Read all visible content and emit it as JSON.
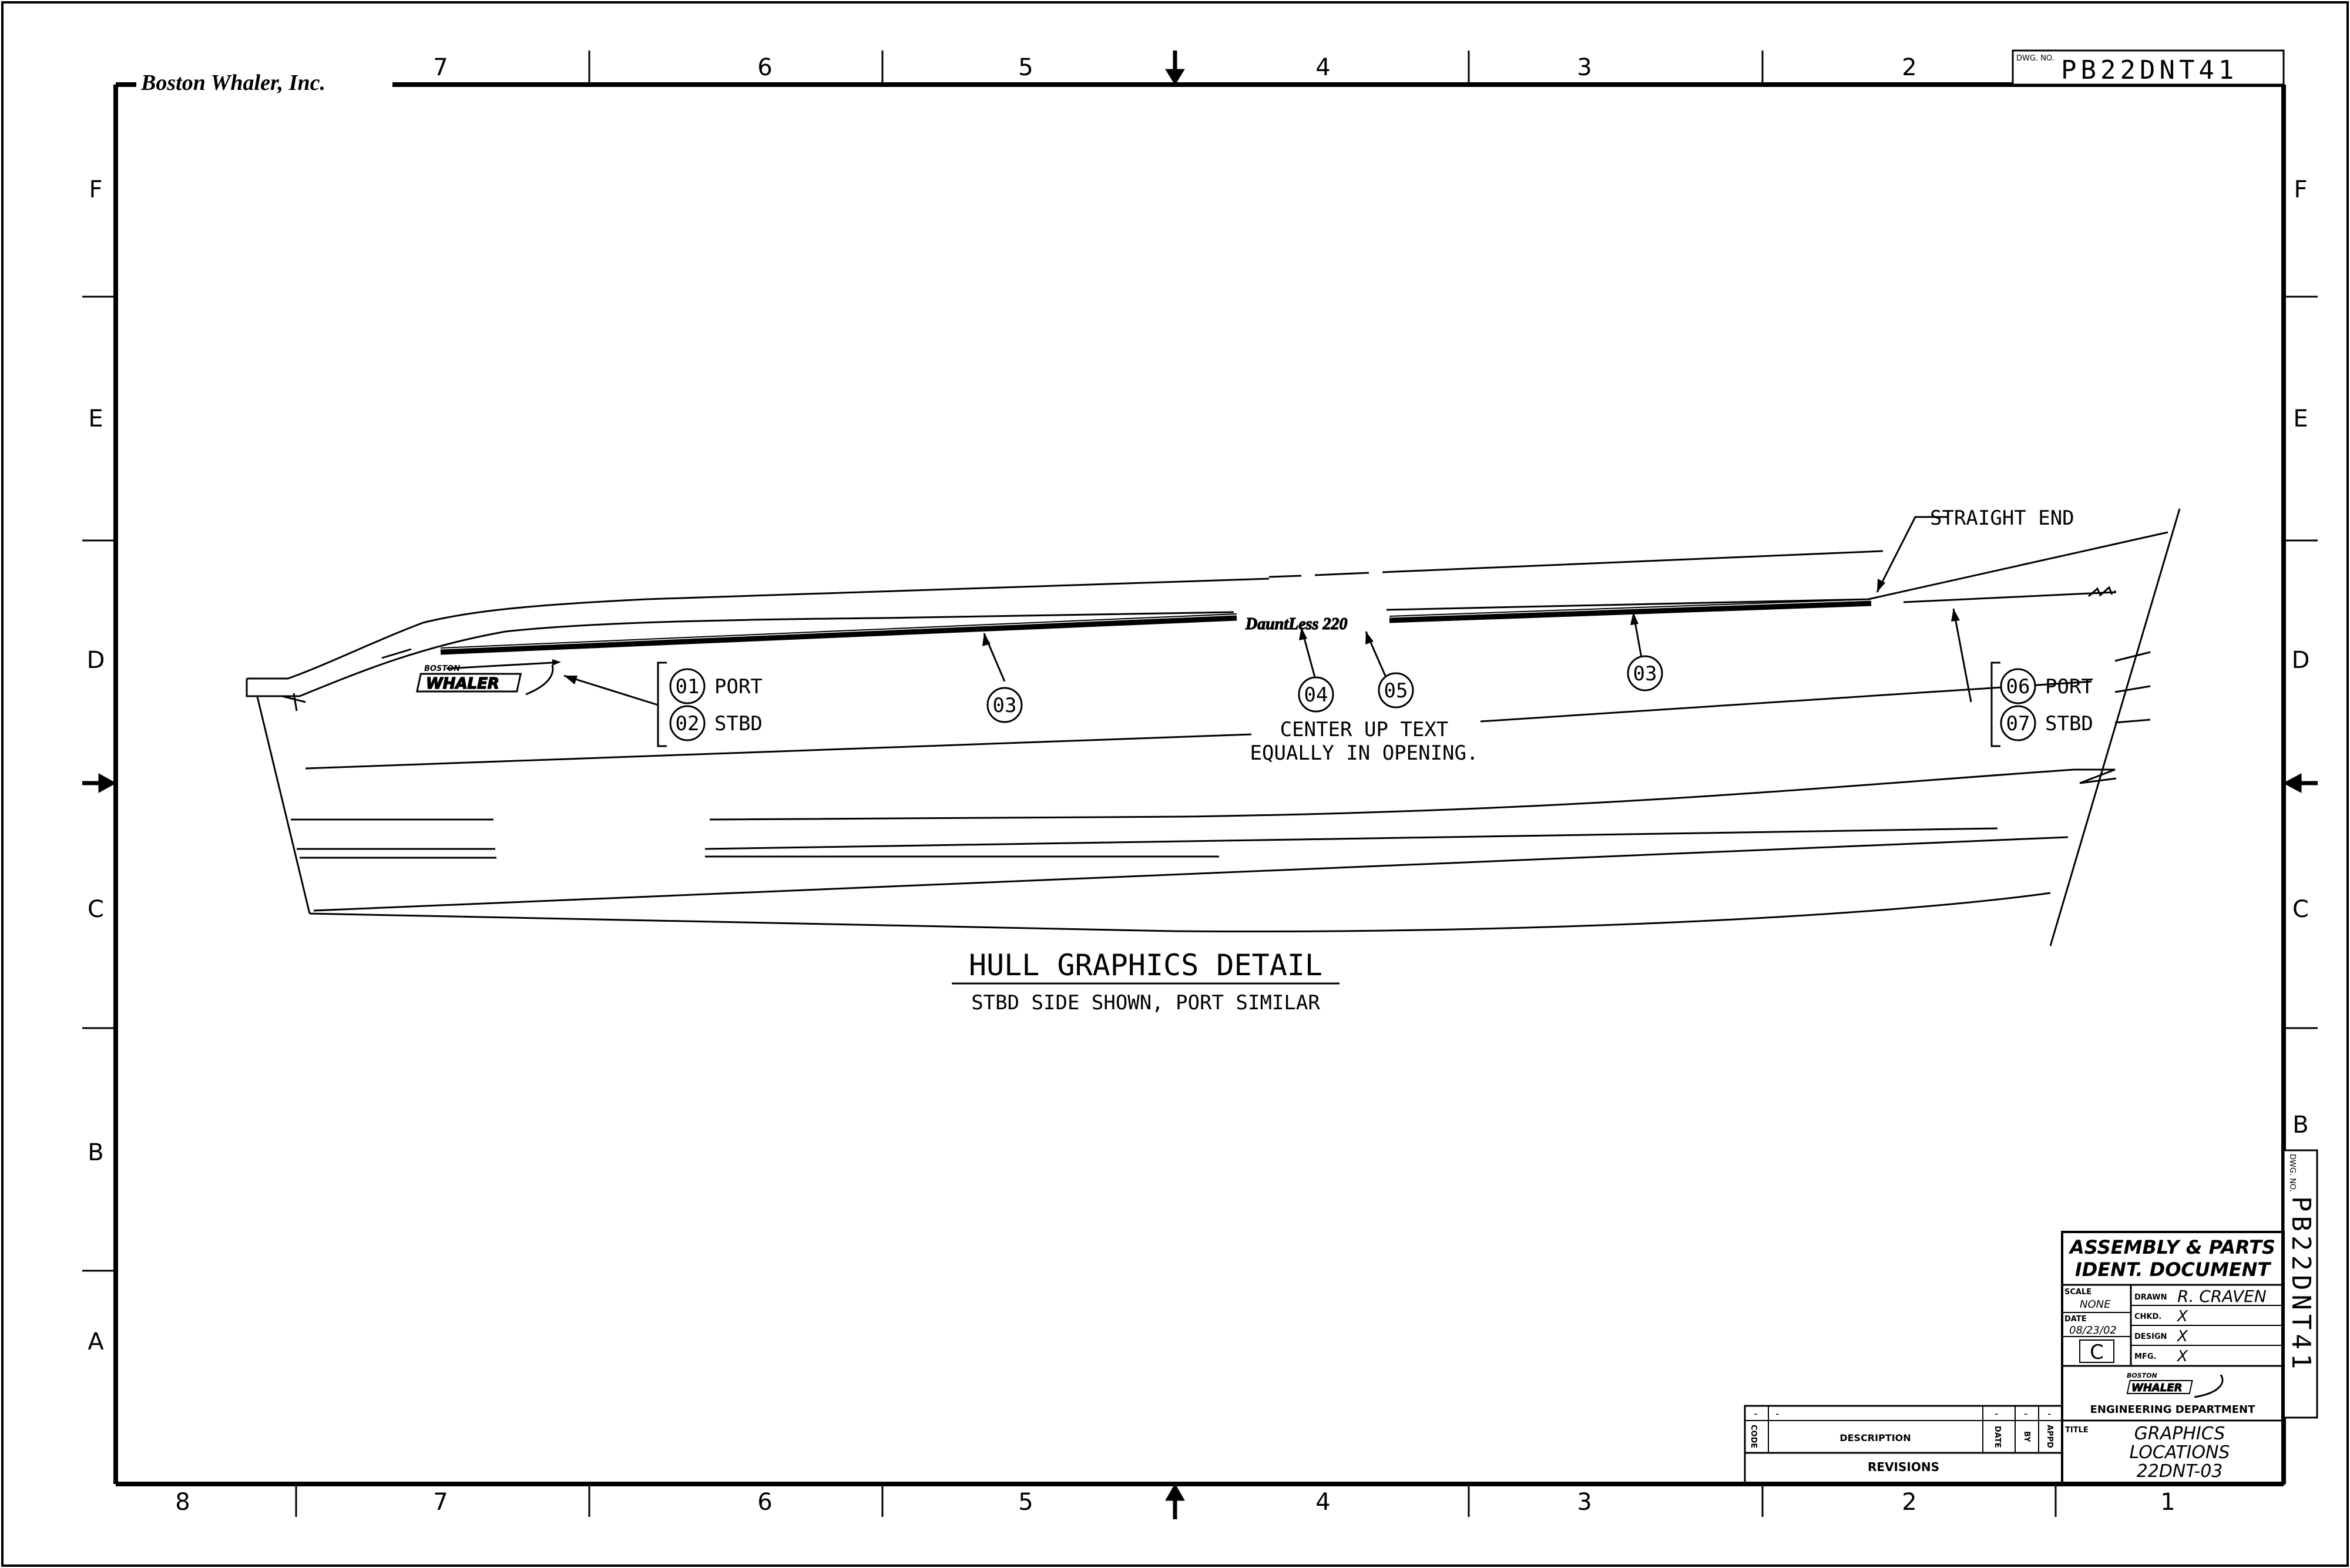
{
  "company": "Boston Whaler, Inc.",
  "dwg_no_label": "DWG. NO.",
  "dwg_no": "PB22DNT41",
  "column_labels_top": [
    "7",
    "6",
    "5",
    "4",
    "3",
    "2"
  ],
  "column_labels_bottom": [
    "8",
    "7",
    "6",
    "5",
    "4",
    "3",
    "2",
    "1"
  ],
  "row_labels_left": [
    "F",
    "E",
    "D",
    "C",
    "B",
    "A"
  ],
  "row_labels_right": [
    "F",
    "E",
    "D",
    "C",
    "B"
  ],
  "callouts": {
    "c01": "01",
    "c02": "02",
    "c03a": "03",
    "c03b": "03",
    "c04": "04",
    "c05": "05",
    "c06": "06",
    "c07": "07"
  },
  "port_label_left": "PORT",
  "stbd_label_left": "STBD",
  "port_label_right": "PORT",
  "stbd_label_right": "STBD",
  "straight_end": "STRAIGHT END",
  "center_note_1": "CENTER UP TEXT",
  "center_note_2": "EQUALLY IN OPENING.",
  "logo_small": "BOSTON",
  "logo_big": "WHALER",
  "model_logo": "DauntLess 220",
  "detail_title": "HULL GRAPHICS DETAIL",
  "detail_subtitle": "STBD SIDE SHOWN, PORT SIMILAR",
  "title_block": {
    "doc_type_1": "ASSEMBLY & PARTS",
    "doc_type_2": "IDENT. DOCUMENT",
    "scale_label": "SCALE",
    "scale_value": "NONE",
    "date_label": "DATE",
    "date_value": "08/23/02",
    "rev_value": "C",
    "drawn_label": "DRAWN",
    "drawn_value": "R. CRAVEN",
    "chkd_label": "CHKD.",
    "chkd_value": "X",
    "design_label": "DESIGN",
    "design_value": "X",
    "mfg_label": "MFG.",
    "mfg_value": "X",
    "dept": "ENGINEERING DEPARTMENT",
    "title_label": "TITLE",
    "title_1": "GRAPHICS",
    "title_2": "LOCATIONS",
    "title_3": "22DNT-03"
  },
  "revisions": {
    "dash": "-",
    "code_label": "CODE",
    "description_label": "DESCRIPTION",
    "date_label": "DATE",
    "by_label": "BY",
    "appd_label": "APPD",
    "revisions_label": "REVISIONS"
  }
}
